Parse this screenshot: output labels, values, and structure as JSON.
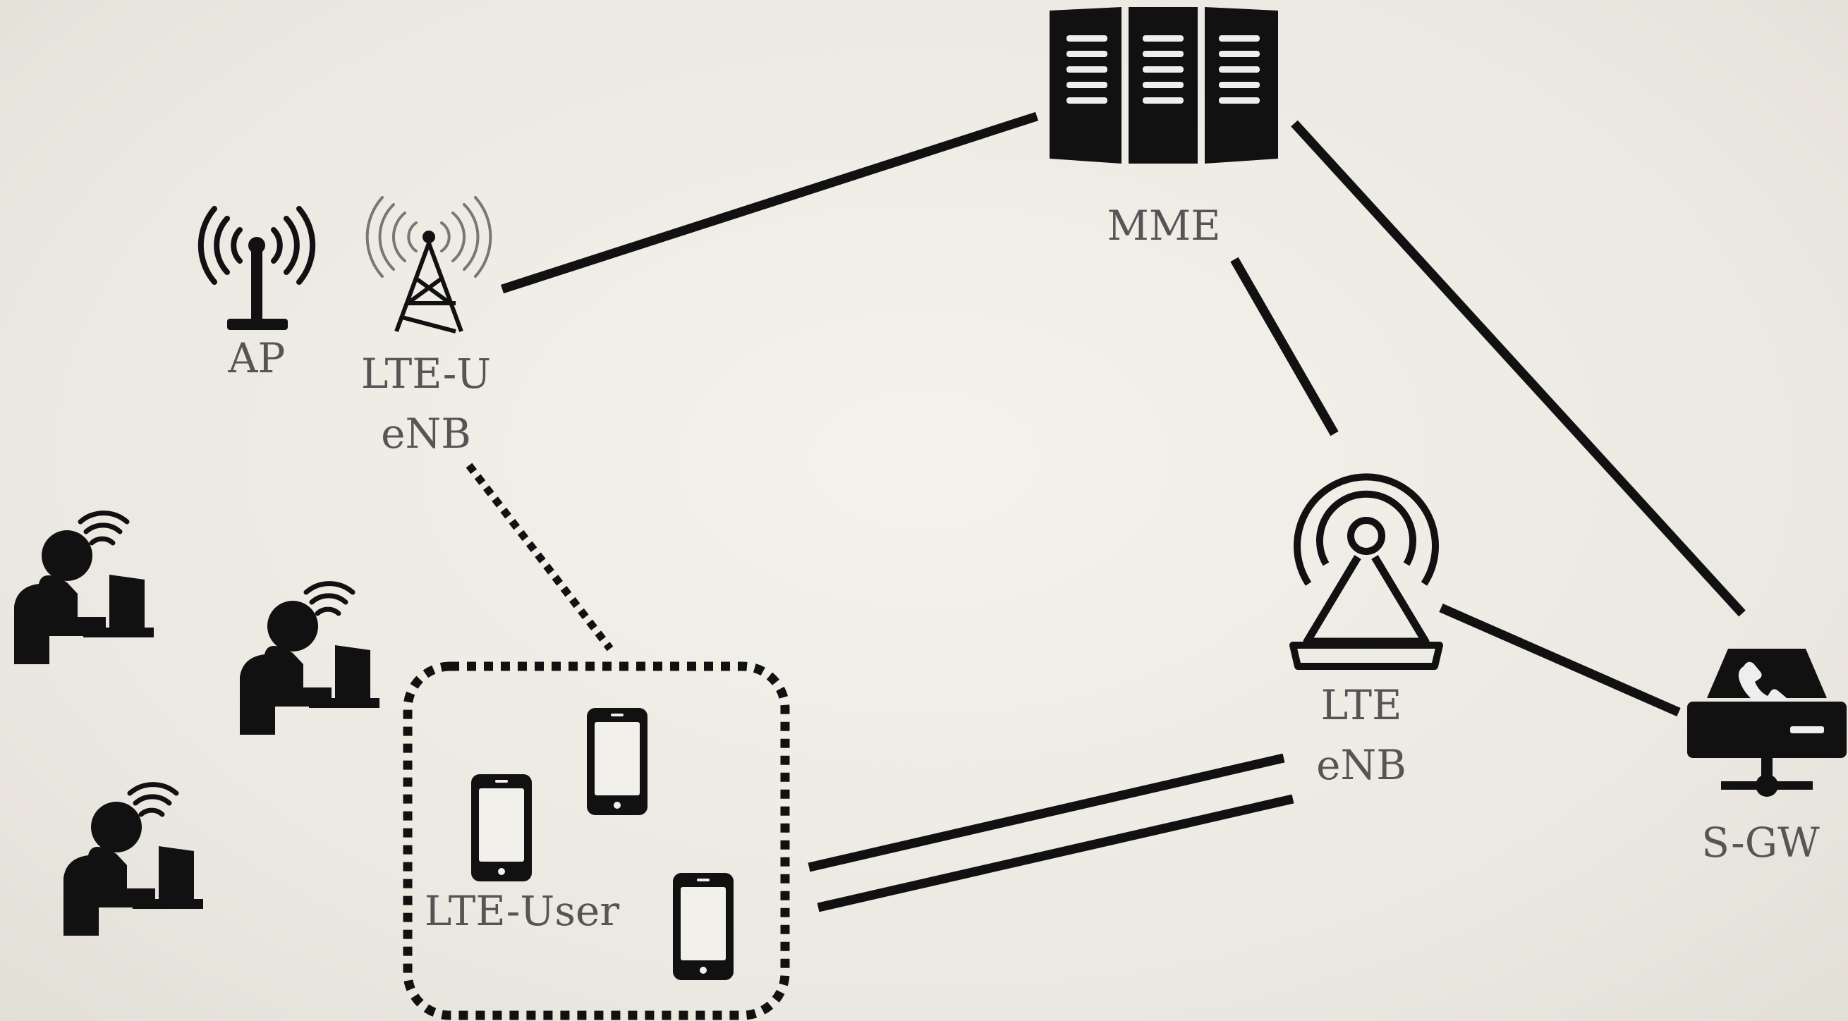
{
  "labels": {
    "ap": "AP",
    "lte_u_line1": "LTE-U",
    "lte_u_line2": "eNB",
    "mme": "MME",
    "lte_line1": "LTE",
    "lte_line2": "eNB",
    "sgw": "S-GW",
    "lte_user": "LTE-User"
  },
  "icons": {
    "ap": "wifi-antenna-icon",
    "lte_u_enb": "cell-tower-icon",
    "mme": "server-rack-icon",
    "lte_enb": "broadcast-tower-icon",
    "sgw": "voip-server-icon",
    "wifi_users": "person-laptop-wifi-icon",
    "lte_users": "smartphone-icon"
  },
  "colors": {
    "background": "#ebe8e1",
    "ink": "#111111",
    "label": "#555555"
  }
}
